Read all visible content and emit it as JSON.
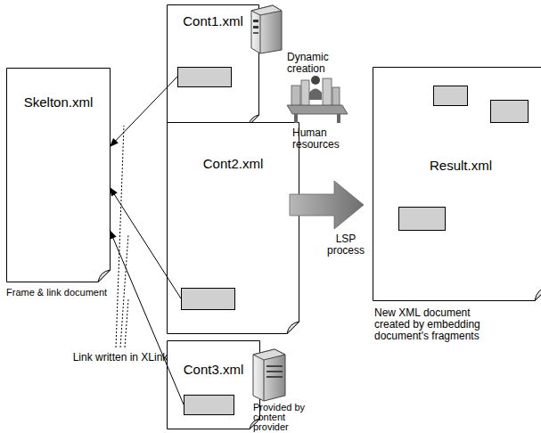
{
  "diagram": {
    "nodes": [
      {
        "text": [
          "Skelton.xml"
        ]
      },
      {
        "text": [
          "Cont1.xml"
        ]
      },
      {
        "text": [
          "Cont2.xml"
        ]
      },
      {
        "text": [
          "Cont3.xml"
        ]
      },
      {
        "text": [
          "Result.xml"
        ]
      }
    ],
    "edges": [
      {
        "from": 1,
        "to": 0,
        "arrow": "to"
      },
      {
        "from": 2,
        "to": 0,
        "arrow": "to"
      },
      {
        "from": 3,
        "to": 0,
        "arrow": "to"
      }
    ],
    "labels": [
      "Dynamic creation",
      "Human resources",
      "Provided by content provider",
      "Frame & link document",
      "Link written in XLink",
      "LSP process",
      "New XML document created by embedding document's fragments"
    ]
  }
}
